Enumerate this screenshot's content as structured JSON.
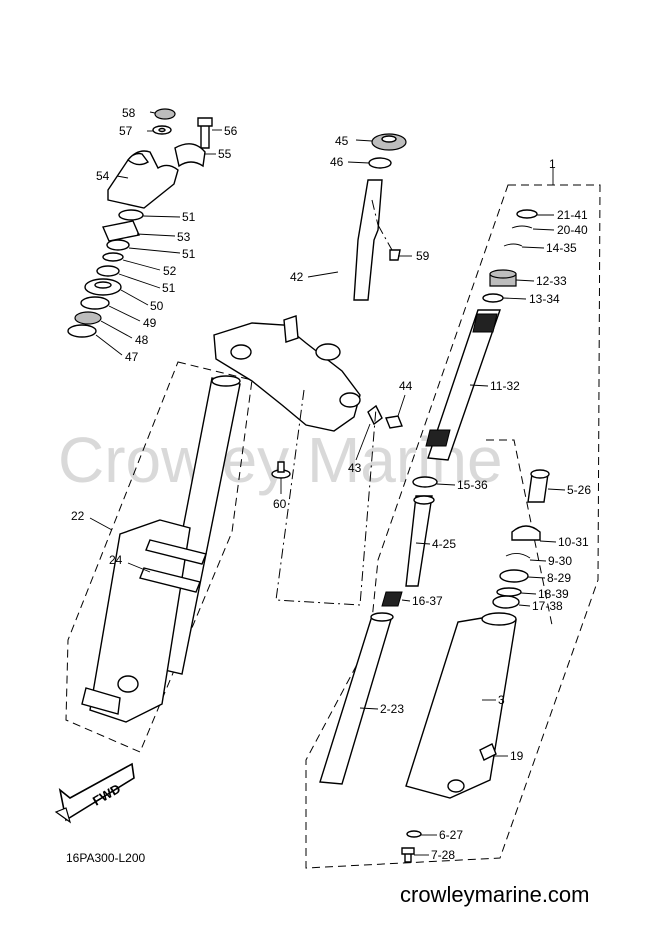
{
  "watermark": "Crowley Marine",
  "diagram_code": "16PA300-L200",
  "website": "crowleymarine.com",
  "fwd_label": "FWD",
  "callouts": {
    "c1": "1",
    "c3": "3",
    "c19": "19",
    "c22": "22",
    "c24": "24",
    "c42": "42",
    "c43": "43",
    "c44": "44",
    "c45": "45",
    "c46": "46",
    "c47": "47",
    "c48": "48",
    "c49": "49",
    "c50": "50",
    "c51a": "51",
    "c51b": "51",
    "c51c": "51",
    "c52": "52",
    "c53": "53",
    "c54": "54",
    "c55": "55",
    "c56": "56",
    "c57": "57",
    "c58": "58",
    "c59": "59",
    "c60": "60",
    "c2_23": "2-23",
    "c4_25": "4-25",
    "c5_26": "5-26",
    "c6_27": "6-27",
    "c7_28": "7-28",
    "c8_29": "8-29",
    "c9_30": "9-30",
    "c10_31": "10-31",
    "c11_32": "11-32",
    "c12_33": "12-33",
    "c13_34": "13-34",
    "c14_35": "14-35",
    "c15_36": "15-36",
    "c16_37": "16-37",
    "c17_38": "17-38",
    "c18_39": "18-39",
    "c20_40": "20-40",
    "c21_41": "21-41"
  }
}
